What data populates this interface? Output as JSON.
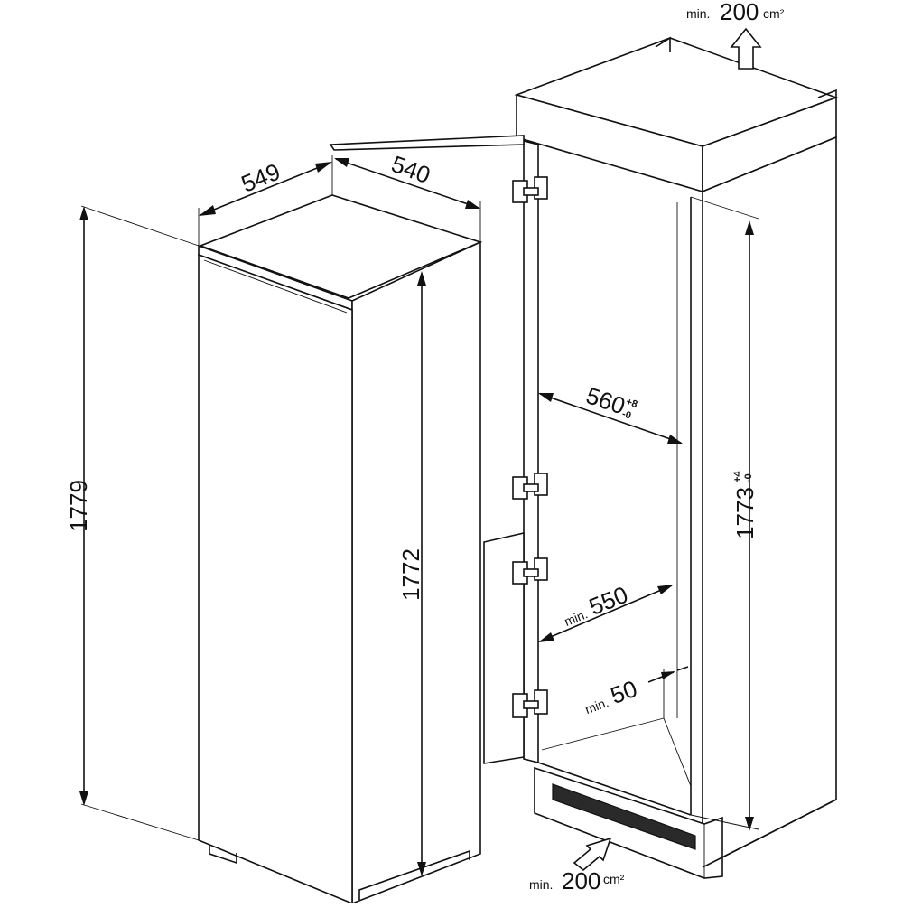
{
  "dimensions": {
    "fridge_depth": "549",
    "door_width": "540",
    "total_height": "1779",
    "body_height": "1772",
    "niche_width_value": "560",
    "niche_width_tol_plus": "+8",
    "niche_width_tol_minus": "-0",
    "niche_height_value": "1773",
    "niche_height_tol_plus": "+4",
    "niche_height_tol_minus": "-0",
    "min_depth_prefix": "min.",
    "min_depth_value": "550",
    "min_gap_prefix": "min.",
    "min_gap_value": "50"
  },
  "ventilation": {
    "top_prefix": "min.",
    "top_value": "200",
    "top_unit": "cm²",
    "bottom_prefix": "min.",
    "bottom_value": "200",
    "bottom_unit": "cm²"
  }
}
